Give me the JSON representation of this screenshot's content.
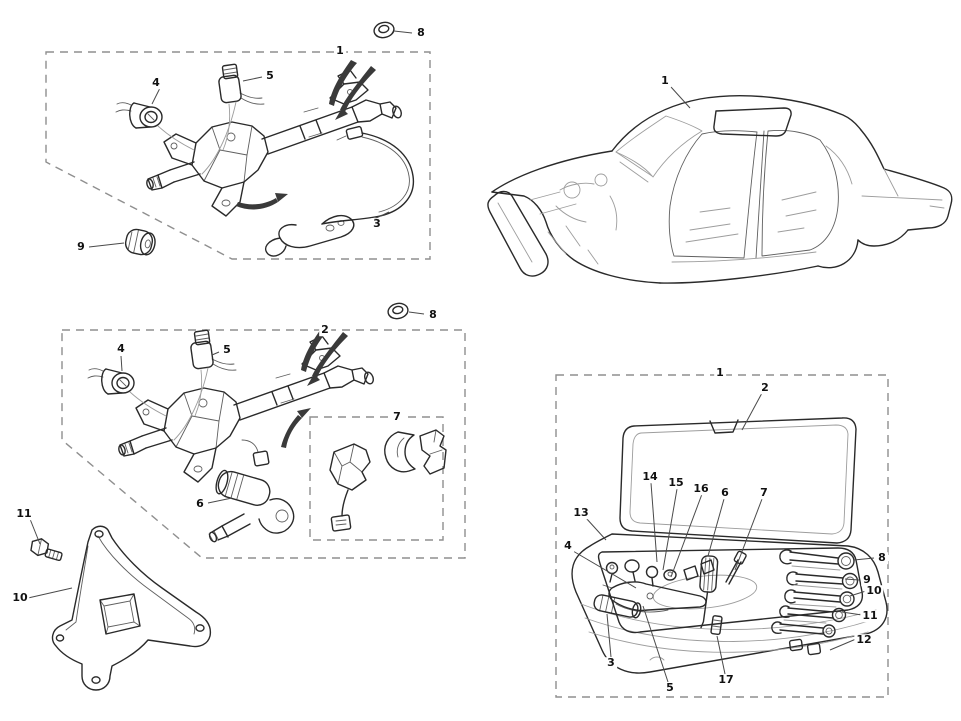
{
  "figure": {
    "background": "#ffffff",
    "ink": "#2a2a2a",
    "detail_ink": "#9d9d9d",
    "border_dash": "#8f8f8f",
    "leader": "#4a4a4a",
    "callout_text": "#111111"
  },
  "panels": {
    "column_upper": {
      "callouts": [
        {
          "label": "1"
        },
        {
          "label": "3"
        },
        {
          "label": "4"
        },
        {
          "label": "5"
        },
        {
          "label": "8"
        },
        {
          "label": "9"
        }
      ]
    },
    "body_shell": {
      "callouts": [
        {
          "label": "1"
        }
      ]
    },
    "column_lower": {
      "callouts": [
        {
          "label": "2"
        },
        {
          "label": "4"
        },
        {
          "label": "5"
        },
        {
          "label": "6"
        },
        {
          "label": "7"
        },
        {
          "label": "8"
        }
      ]
    },
    "bracket": {
      "callouts": [
        {
          "label": "10"
        },
        {
          "label": "11"
        }
      ]
    },
    "tool_kit": {
      "callouts": [
        {
          "label": "1"
        },
        {
          "label": "2"
        },
        {
          "label": "3"
        },
        {
          "label": "4"
        },
        {
          "label": "5"
        },
        {
          "label": "6"
        },
        {
          "label": "7"
        },
        {
          "label": "8"
        },
        {
          "label": "9"
        },
        {
          "label": "10"
        },
        {
          "label": "11"
        },
        {
          "label": "12"
        },
        {
          "label": "13"
        },
        {
          "label": "14"
        },
        {
          "label": "15"
        },
        {
          "label": "16"
        },
        {
          "label": "17"
        }
      ]
    }
  }
}
